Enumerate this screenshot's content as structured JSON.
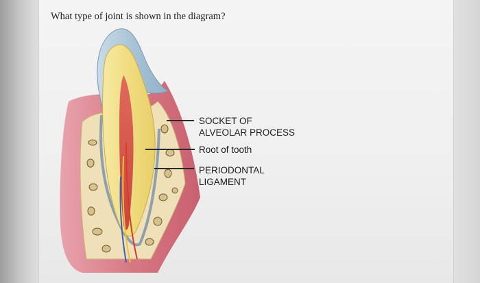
{
  "question": {
    "text": "What type of joint is shown in the diagram?"
  },
  "diagram": {
    "labels": {
      "socket_line1": "SOCKET OF",
      "socket_line2": "ALVEOLAR PROCESS",
      "root": "Root of tooth",
      "ligament_line1": "PERIODONTAL",
      "ligament_line2": "LIGAMENT"
    }
  }
}
